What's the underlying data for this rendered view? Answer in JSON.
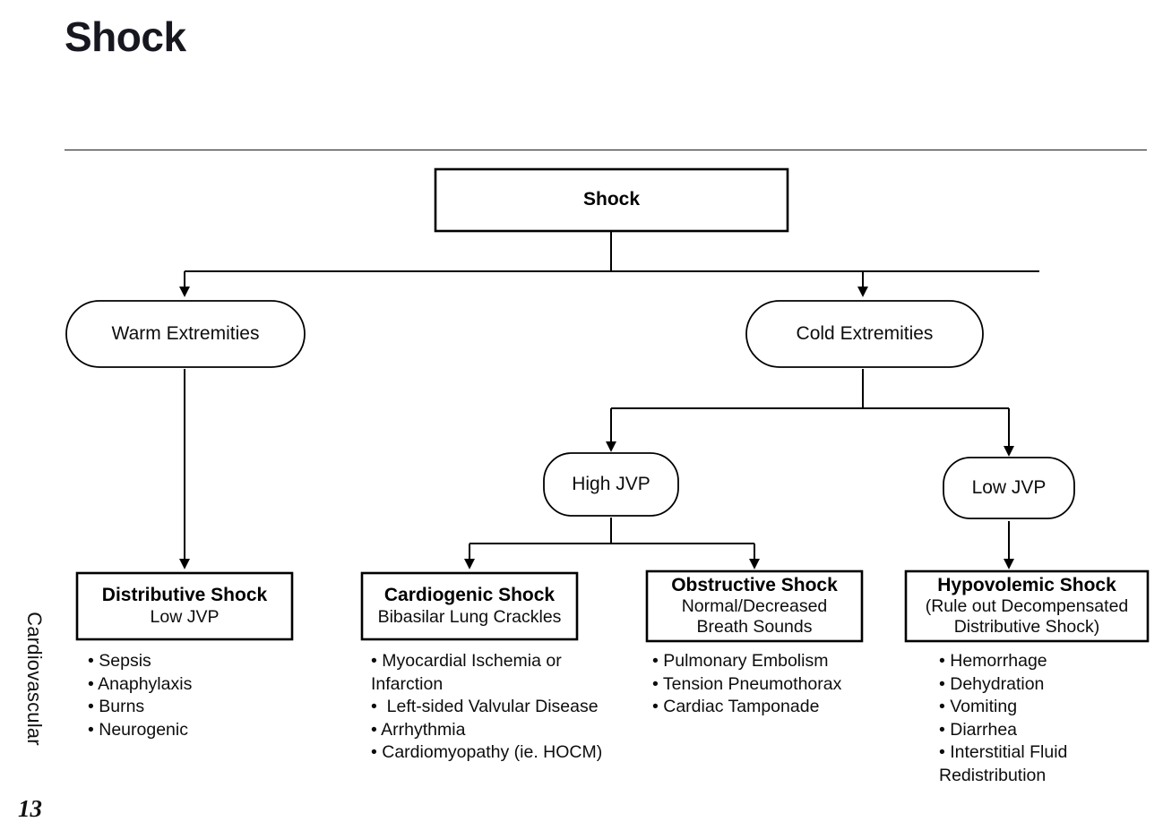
{
  "page": {
    "title": "Shock",
    "section_label": "Cardiovascular",
    "page_number": "13"
  },
  "chart_data": {
    "type": "diagram",
    "title": "Shock",
    "diagram_kind": "clinical-decision-tree",
    "nodes": [
      {
        "id": "root",
        "shape": "rectangle",
        "title": "Shock",
        "sub": []
      },
      {
        "id": "warm",
        "shape": "pill",
        "title": "Warm Extremities",
        "sub": []
      },
      {
        "id": "cold",
        "shape": "pill",
        "title": "Cold Extremities",
        "sub": []
      },
      {
        "id": "high_jvp",
        "shape": "pill",
        "title": "High JVP",
        "sub": []
      },
      {
        "id": "low_jvp",
        "shape": "pill",
        "title": "Low JVP",
        "sub": []
      },
      {
        "id": "distributive",
        "shape": "rectangle",
        "title": "Distributive Shock",
        "sub": [
          "Low JVP"
        ]
      },
      {
        "id": "cardiogenic",
        "shape": "rectangle",
        "title": "Cardiogenic Shock",
        "sub": [
          "Bibasilar Lung Crackles"
        ]
      },
      {
        "id": "obstructive",
        "shape": "rectangle",
        "title": "Obstructive Shock",
        "sub": [
          "Normal/Decreased",
          "Breath Sounds"
        ]
      },
      {
        "id": "hypovolemic",
        "shape": "rectangle",
        "title": "Hypovolemic Shock",
        "sub": [
          "(Rule out Decompensated",
          "Distributive Shock)"
        ]
      }
    ],
    "edges": [
      {
        "from": "root",
        "to": "warm"
      },
      {
        "from": "root",
        "to": "cold"
      },
      {
        "from": "warm",
        "to": "distributive"
      },
      {
        "from": "cold",
        "to": "high_jvp"
      },
      {
        "from": "cold",
        "to": "low_jvp"
      },
      {
        "from": "high_jvp",
        "to": "cardiogenic"
      },
      {
        "from": "high_jvp",
        "to": "obstructive"
      },
      {
        "from": "low_jvp",
        "to": "hypovolemic"
      }
    ],
    "causes": {
      "distributive": [
        "• Sepsis",
        "• Anaphylaxis",
        "• Burns",
        "• Neurogenic"
      ],
      "cardiogenic": [
        "• Myocardial Ischemia or",
        "Infarction",
        "•  Left-sided Valvular Disease",
        "• Arrhythmia",
        "• Cardiomyopathy (ie. HOCM)"
      ],
      "obstructive": [
        "• Pulmonary Embolism",
        "• Tension Pneumothorax",
        "• Cardiac Tamponade"
      ],
      "hypovolemic": [
        "• Hemorrhage",
        "• Dehydration",
        "• Vomiting",
        "• Diarrhea",
        "• Interstitial Fluid",
        "Redistribution"
      ]
    }
  },
  "nodes": {
    "root": {
      "title": "Shock"
    },
    "warm": {
      "title": "Warm Extremities"
    },
    "cold": {
      "title": "Cold Extremities"
    },
    "high_jvp": {
      "title": "High JVP"
    },
    "low_jvp": {
      "title": "Low JVP"
    },
    "distributive": {
      "title": "Distributive Shock",
      "sub1": "Low JVP"
    },
    "cardiogenic": {
      "title": "Cardiogenic Shock",
      "sub1": "Bibasilar Lung Crackles"
    },
    "obstructive": {
      "title": "Obstructive Shock",
      "sub1": "Normal/Decreased",
      "sub2": "Breath Sounds"
    },
    "hypovolemic": {
      "title": "Hypovolemic Shock",
      "sub1": "(Rule out Decompensated",
      "sub2": "Distributive Shock)"
    }
  },
  "lists": {
    "distributive": {
      "l0": "• Sepsis",
      "l1": "• Anaphylaxis",
      "l2": "• Burns",
      "l3": "• Neurogenic"
    },
    "cardiogenic": {
      "l0": "• Myocardial Ischemia or",
      "l1": "Infarction",
      "l2": "•  Left-sided Valvular Disease",
      "l3": "• Arrhythmia",
      "l4": "• Cardiomyopathy (ie. HOCM)"
    },
    "obstructive": {
      "l0": "• Pulmonary Embolism",
      "l1": "• Tension Pneumothorax",
      "l2": "• Cardiac Tamponade"
    },
    "hypovolemic": {
      "l0": "• Hemorrhage",
      "l1": "• Dehydration",
      "l2": "• Vomiting",
      "l3": "• Diarrhea",
      "l4": "• Interstitial Fluid",
      "l5": "Redistribution"
    }
  },
  "colors": {
    "ink": "#000000",
    "title_ink": "#17171f",
    "paper": "#ffffff"
  }
}
